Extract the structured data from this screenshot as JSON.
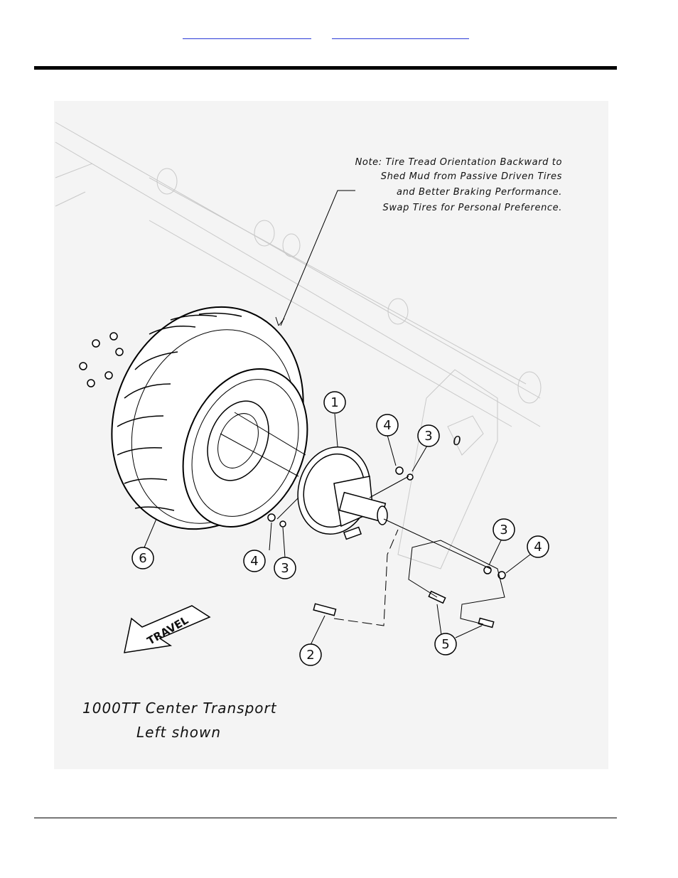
{
  "header": {
    "link_1": "",
    "link_2": ""
  },
  "diagram": {
    "note_lines": [
      "Note: Tire Tread Orientation Backward to",
      "Shed Mud from Passive Driven Tires",
      "and Better Braking Performance.",
      "Swap Tires for Personal Preference."
    ],
    "callouts": {
      "c1": "1",
      "c2": "2",
      "c3a": "3",
      "c3b": "3",
      "c3c": "3",
      "c4a": "4",
      "c4b": "4",
      "c4c": "4",
      "c5": "5",
      "c6": "6"
    },
    "frame_letter": "0",
    "travel_label": "TRAVEL",
    "caption_line1": "1000TT Center Transport",
    "caption_line2": "Left shown"
  }
}
